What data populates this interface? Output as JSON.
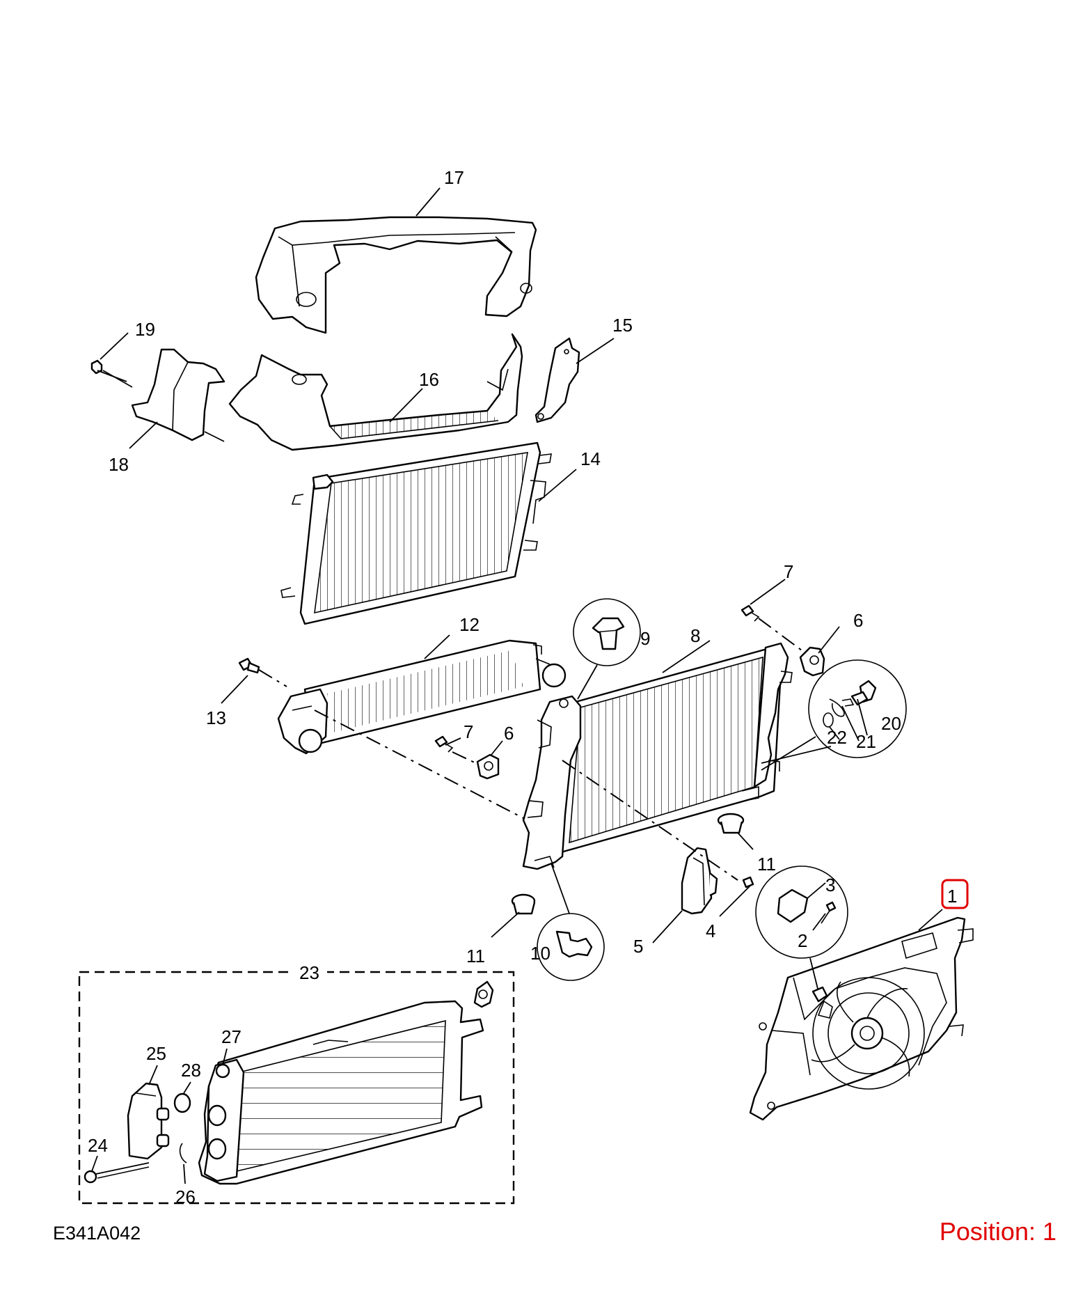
{
  "diagram": {
    "reference_code": "E341A042",
    "position_label": "Position: 1",
    "highlight_color": "#e00000",
    "highlighted_part": "1",
    "callouts": [
      {
        "id": "c1",
        "label": "1"
      },
      {
        "id": "c2",
        "label": "2"
      },
      {
        "id": "c3",
        "label": "3"
      },
      {
        "id": "c4",
        "label": "4"
      },
      {
        "id": "c5",
        "label": "5"
      },
      {
        "id": "c6a",
        "label": "6"
      },
      {
        "id": "c6b",
        "label": "6"
      },
      {
        "id": "c7a",
        "label": "7"
      },
      {
        "id": "c7b",
        "label": "7"
      },
      {
        "id": "c8",
        "label": "8"
      },
      {
        "id": "c9",
        "label": "9"
      },
      {
        "id": "c10",
        "label": "10"
      },
      {
        "id": "c11a",
        "label": "11"
      },
      {
        "id": "c11b",
        "label": "11"
      },
      {
        "id": "c12",
        "label": "12"
      },
      {
        "id": "c13",
        "label": "13"
      },
      {
        "id": "c14",
        "label": "14"
      },
      {
        "id": "c15",
        "label": "15"
      },
      {
        "id": "c16",
        "label": "16"
      },
      {
        "id": "c17",
        "label": "17"
      },
      {
        "id": "c18",
        "label": "18"
      },
      {
        "id": "c19",
        "label": "19"
      },
      {
        "id": "c20",
        "label": "20"
      },
      {
        "id": "c21",
        "label": "21"
      },
      {
        "id": "c22",
        "label": "22"
      },
      {
        "id": "c23",
        "label": "23"
      },
      {
        "id": "c24",
        "label": "24"
      },
      {
        "id": "c25",
        "label": "25"
      },
      {
        "id": "c26",
        "label": "26"
      },
      {
        "id": "c27",
        "label": "27"
      },
      {
        "id": "c28",
        "label": "28"
      }
    ]
  }
}
